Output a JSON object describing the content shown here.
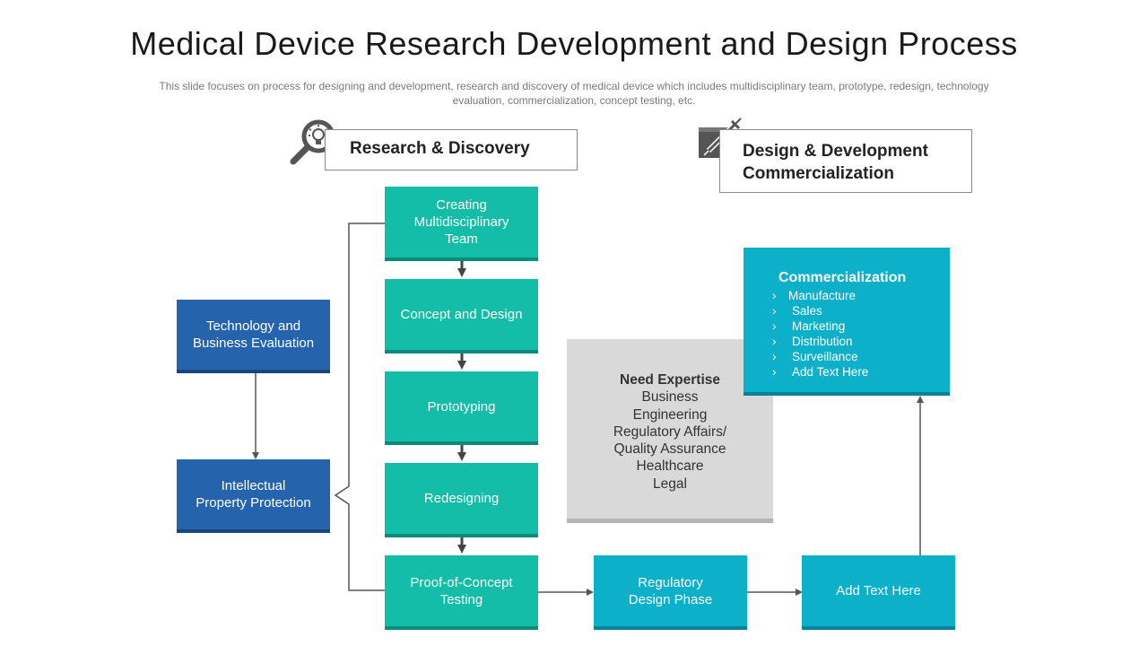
{
  "page": {
    "title": "Medical Device Research Development and Design Process",
    "subtitle": "This slide focuses on process for designing and development,  research and discovery of medical device which includes multidisciplinary team, prototype, redesign, technology evaluation,  commercialization,  concept testing, etc."
  },
  "headers": {
    "research": {
      "label": "Research & Discovery",
      "icon": "magnifier-lightbulb-icon"
    },
    "design": {
      "label": "Design & Development\nCommercialization",
      "icon": "syringe-monitor-icon"
    }
  },
  "steps": {
    "team": "Creating\nMultidisciplinary\nTeam",
    "concept": "Concept and Design",
    "prototyping": "Prototyping",
    "redesigning": "Redesigning",
    "proof": "Proof-of-Concept\nTesting",
    "regulatory": "Regulatory\nDesign Phase",
    "add_text": "Add Text Here"
  },
  "side_steps": {
    "tech_eval": "Technology  and\nBusiness Evaluation",
    "ip": "Intellectual\nProperty Protection"
  },
  "expertise": {
    "title": "Need Expertise",
    "items": [
      "Business",
      "Engineering",
      "Regulatory Affairs/",
      "Quality Assurance",
      "Healthcare",
      "Legal"
    ]
  },
  "commercialization": {
    "title": "Commercialization",
    "items": [
      "Manufacture",
      "Sales",
      "Marketing",
      "Distribution",
      "Surveillance",
      "Add Text Here"
    ]
  },
  "colors": {
    "teal": "#14bda8",
    "navy": "#2563ad",
    "cyan": "#0cb0c8",
    "gray": "#d9d9d9",
    "icon": "#555555"
  }
}
